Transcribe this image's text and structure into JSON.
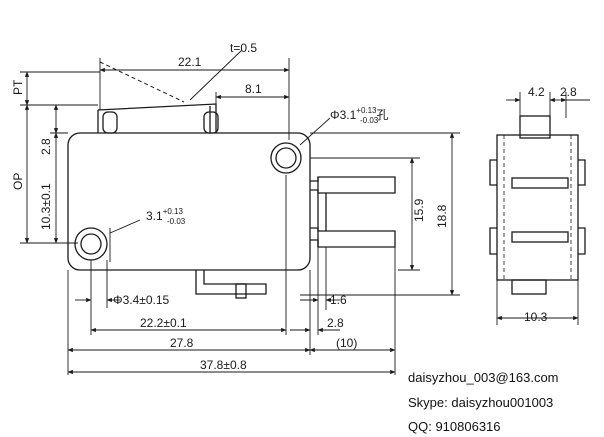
{
  "side_view": {
    "thickness": "t=0.5",
    "lever_length": "22.1",
    "lever_offset": "8.1",
    "pt_label": "PT",
    "op_label": "OP",
    "pt_dim": "2.8",
    "op_dim": "10.3±0.1",
    "mount_hole_top_main": "Φ3.1",
    "mount_hole_top_tol_plus": "+0.13",
    "mount_hole_top_tol_minus": "-0.03",
    "mount_hole_top_suffix": "孔",
    "mount_hole_left_main": "3.1",
    "mount_hole_left_tol_plus": "+0.13",
    "mount_hole_left_tol_minus": "-0.03",
    "terminal_spacing": "15.9",
    "body_height": "18.8",
    "hole_diameter": "Φ3.4±0.15",
    "terminal_width": "1.6",
    "hole_pitch": "22.2±0.1",
    "terminal_gap": "2.8",
    "body_length": "27.8",
    "terminal_ref": "(10)",
    "overall_length": "37.8±0.8"
  },
  "end_view": {
    "width_a": "4.2",
    "width_b": "2.8",
    "body_width": "10.3"
  },
  "contact": {
    "email": "daisyzhou_003@163.com",
    "skype": "Skype: daisyzhou001003",
    "qq": "QQ: 910806316"
  }
}
